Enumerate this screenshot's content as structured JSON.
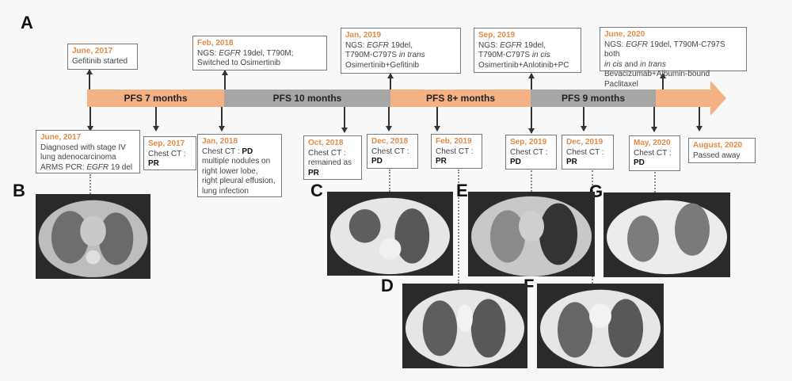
{
  "panels": {
    "a": "A",
    "b": "B",
    "c": "C",
    "d": "D",
    "e": "E",
    "f": "F",
    "g": "G"
  },
  "timeline": {
    "segments": [
      {
        "label": "PFS 7 months",
        "color": "#f4b183"
      },
      {
        "label": "PFS 10 months",
        "color": "#a6a6a6"
      },
      {
        "label": "PFS 8+ months",
        "color": "#f4b183"
      },
      {
        "label": "PFS 9 months",
        "color": "#a6a6a6"
      },
      {
        "label": "",
        "color": "#f4b183"
      }
    ]
  },
  "top_events": [
    {
      "date": "June, 2017",
      "lines": [
        "Gefitinib started"
      ]
    },
    {
      "date": "Feb, 2018",
      "l1_pre": "NGS: ",
      "l1_gene": "EGFR",
      "l1_post": " 19del, T790M;",
      "l2": "Switched to Osimertinib"
    },
    {
      "date": "Jan, 2019",
      "l1_pre": "NGS: ",
      "l1_gene": "EGFR",
      "l1_post": " 19del,",
      "l2_pre": "T790M-C797S ",
      "l2_ital": "in trans",
      "l3": "Osimertinib+Gefitinib"
    },
    {
      "date": "Sep, 2019",
      "l1_pre": "NGS: ",
      "l1_gene": "EGFR",
      "l1_post": " 19del,",
      "l2_pre": "T790M-C797S ",
      "l2_ital": "in cis",
      "l3": "Osimertinib+Anlotinib+PC"
    },
    {
      "date": "June, 2020",
      "l1_pre": "NGS: ",
      "l1_gene": "EGFR",
      "l1_post": " 19del, T790M-C797S both",
      "l2_ital1": "in cis",
      "l2_mid": " and ",
      "l2_ital2": "in trans",
      "l3": "Bevacizumab+Albumin-bound  Paclitaxel"
    }
  ],
  "bottom_events": [
    {
      "date": "June, 2017",
      "l1": "Diagnosed with stage IV",
      "l2": "lung adenocarcinoma",
      "l3_pre": "ARMS PCR: ",
      "l3_gene": "EGFR",
      "l3_post": " 19 del"
    },
    {
      "date": "Sep, 2017",
      "l1": "Chest CT :",
      "result": "PR"
    },
    {
      "date": "Jan, 2018",
      "l1": "Chest CT : ",
      "result": "PD",
      "l2": "multiple nodules on",
      "l3": "right lower lobe,",
      "l4": "right pleural effusion,",
      "l5": "lung infection"
    },
    {
      "date": "Oct, 2018",
      "l1": "Chest CT :",
      "l2": "remained as",
      "result": "PR"
    },
    {
      "date": "Dec, 2018",
      "l1": "Chest CT :",
      "result": "PD"
    },
    {
      "date": "Feb, 2019",
      "l1": "Chest CT :",
      "result": "PR"
    },
    {
      "date": "Sep, 2019",
      "l1": "Chest CT :",
      "result": "PD"
    },
    {
      "date": "Dec, 2019",
      "l1": "Chest CT :",
      "result": "PR"
    },
    {
      "date": "May, 2020",
      "l1": "Chest CT :",
      "result": "PD"
    },
    {
      "date": "August, 2020",
      "l1": "Passed away"
    }
  ],
  "colors": {
    "accent": "#e28a46",
    "orange_bar": "#f4b183",
    "gray_bar": "#a6a6a6"
  }
}
